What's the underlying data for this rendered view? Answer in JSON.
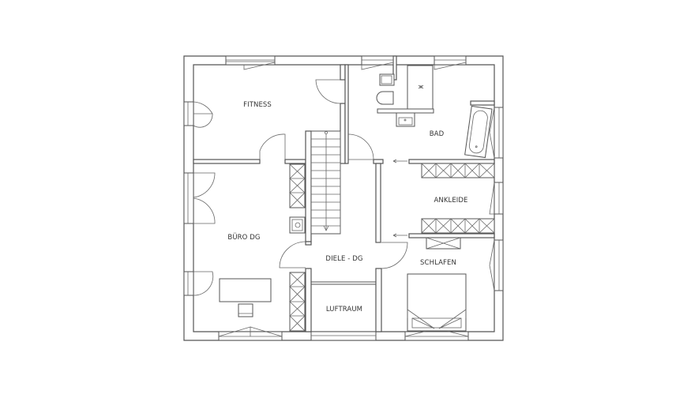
{
  "rooms": {
    "fitness": "FITNESS",
    "bad": "BAD",
    "ankleide": "ANKLEIDE",
    "buero": "BÜRO DG",
    "diele": "DIELE - DG",
    "schlafen": "SCHLAFEN",
    "luftraum": "LUFTRAUM"
  },
  "colors": {
    "wall": "#555555",
    "background": "#ffffff",
    "text": "#333333"
  }
}
